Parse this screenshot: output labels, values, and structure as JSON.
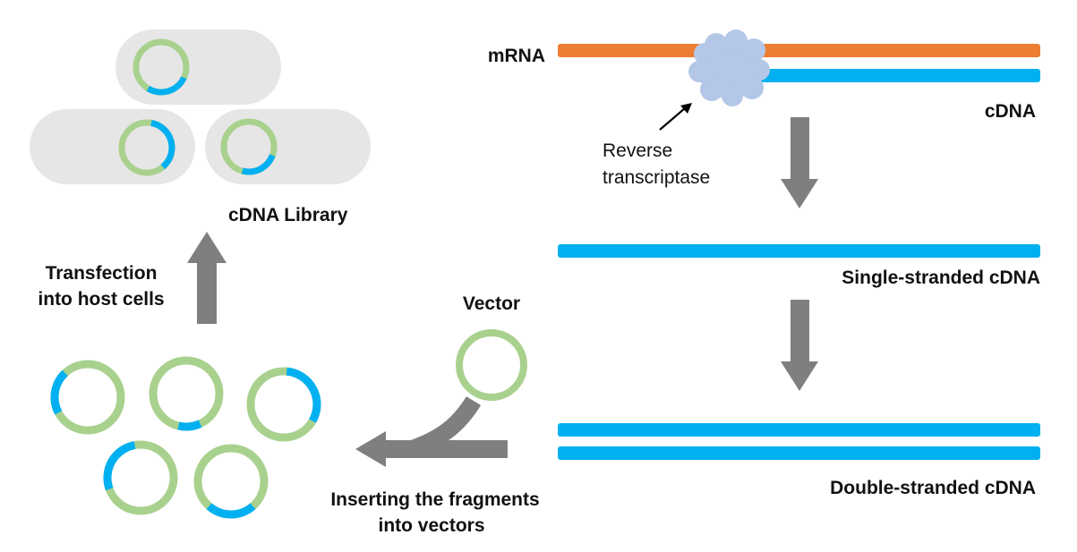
{
  "labels": {
    "mrna": "mRNA",
    "cdna": "cDNA",
    "reverse_transcriptase_line1": "Reverse",
    "reverse_transcriptase_line2": "transcriptase",
    "single_stranded": "Single-stranded cDNA",
    "double_stranded": "Double-stranded cDNA",
    "vector": "Vector",
    "inserting_line1": "Inserting the fragments",
    "inserting_line2": "into vectors",
    "transfection_line1": "Transfection",
    "transfection_line2": "into host cells",
    "library": "cDNA Library"
  },
  "colors": {
    "mrna_strand": "#ED7D31",
    "cdna_strand": "#00B0F0",
    "vector_ring": "#A9D18E",
    "insert_segment": "#00B0F0",
    "enzyme": "#B4C7E7",
    "arrow": "#7F7F7F",
    "host_cell": "#E7E6E6",
    "text": "#111111"
  },
  "icons": {
    "enzyme": "cloud-blob-icon",
    "plasmid": "plasmid-ring-icon",
    "process_arrow": "block-arrow-icon"
  }
}
